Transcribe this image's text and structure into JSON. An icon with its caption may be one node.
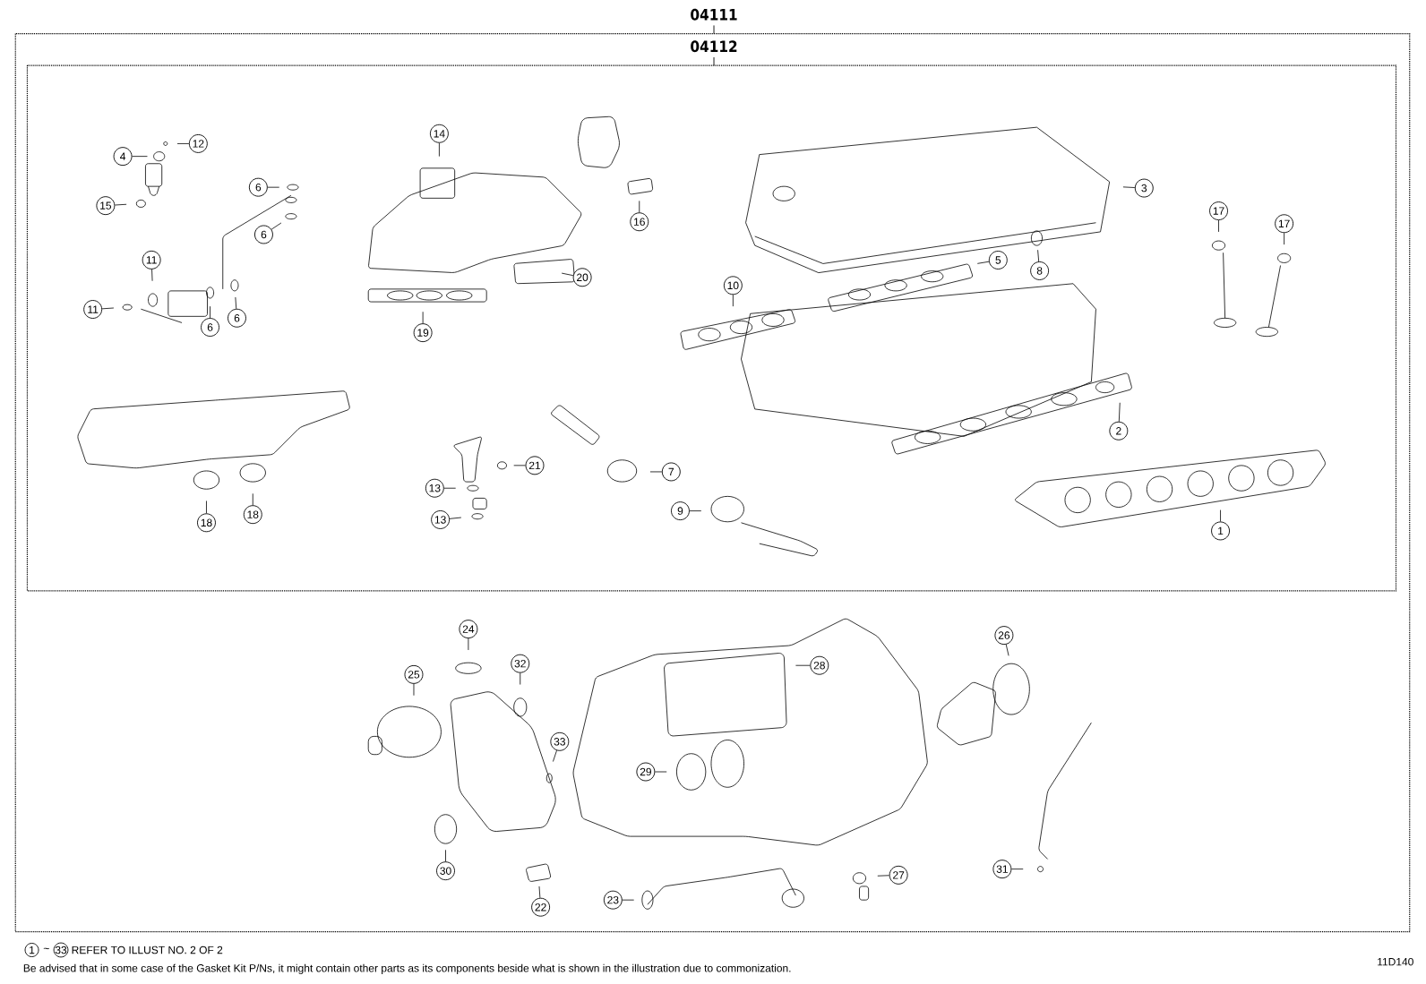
{
  "diagram": {
    "nodes": [
      {
        "text": [
          "04111"
        ]
      },
      {
        "text": [
          "04112"
        ],
        "in": 0
      },
      {
        "text": [
          "4"
        ],
        "in": 1
      },
      {
        "text": [
          "12"
        ],
        "in": 1
      },
      {
        "text": [
          "15"
        ],
        "in": 1
      },
      {
        "text": [
          "6"
        ],
        "in": 1
      },
      {
        "text": [
          "6"
        ],
        "in": 1
      },
      {
        "text": [
          "11"
        ],
        "in": 1
      },
      {
        "text": [
          "11"
        ],
        "in": 1
      },
      {
        "text": [
          "6"
        ],
        "in": 1
      },
      {
        "text": [
          "6"
        ],
        "in": 1
      },
      {
        "text": [
          "14"
        ],
        "in": 1
      },
      {
        "text": [
          "20"
        ],
        "in": 1
      },
      {
        "text": [
          "19"
        ],
        "in": 1
      },
      {
        "text": [
          "16"
        ],
        "in": 1
      },
      {
        "text": [
          "3"
        ],
        "in": 1
      },
      {
        "text": [
          "5"
        ],
        "in": 1
      },
      {
        "text": [
          "8"
        ],
        "in": 1
      },
      {
        "text": [
          "10"
        ],
        "in": 1
      },
      {
        "text": [
          "17"
        ],
        "in": 1
      },
      {
        "text": [
          "17"
        ],
        "in": 1
      },
      {
        "text": [
          "2"
        ],
        "in": 1
      },
      {
        "text": [
          "21"
        ],
        "in": 1
      },
      {
        "text": [
          "13"
        ],
        "in": 1
      },
      {
        "text": [
          "13"
        ],
        "in": 1
      },
      {
        "text": [
          "7"
        ],
        "in": 1
      },
      {
        "text": [
          "9"
        ],
        "in": 1
      },
      {
        "text": [
          "18"
        ],
        "in": 1
      },
      {
        "text": [
          "18"
        ],
        "in": 1
      },
      {
        "text": [
          "1"
        ],
        "in": 1
      },
      {
        "text": [
          "24"
        ],
        "in": 0
      },
      {
        "text": [
          "32"
        ],
        "in": 0
      },
      {
        "text": [
          "25"
        ],
        "in": 0
      },
      {
        "text": [
          "33"
        ],
        "in": 0
      },
      {
        "text": [
          "28"
        ],
        "in": 0
      },
      {
        "text": [
          "26"
        ],
        "in": 0
      },
      {
        "text": [
          "29"
        ],
        "in": 0
      },
      {
        "text": [
          "30"
        ],
        "in": 0
      },
      {
        "text": [
          "22"
        ],
        "in": 0
      },
      {
        "text": [
          "23"
        ],
        "in": 0
      },
      {
        "text": [
          "27"
        ],
        "in": 0
      },
      {
        "text": [
          "31"
        ],
        "in": 0
      }
    ],
    "edges": [
      {
        "from": 2,
        "to": null,
        "arrow": "none"
      },
      {
        "from": 3,
        "to": null,
        "arrow": "none"
      },
      {
        "from": 4,
        "to": null,
        "arrow": "none"
      },
      {
        "from": 5,
        "to": null,
        "arrow": "none"
      },
      {
        "from": 6,
        "to": null,
        "arrow": "none"
      },
      {
        "from": 7,
        "to": null,
        "arrow": "none"
      },
      {
        "from": 8,
        "to": null,
        "arrow": "none"
      },
      {
        "from": 9,
        "to": null,
        "arrow": "none"
      },
      {
        "from": 10,
        "to": null,
        "arrow": "none"
      },
      {
        "from": 11,
        "to": null,
        "arrow": "none"
      },
      {
        "from": 12,
        "to": null,
        "arrow": "none"
      },
      {
        "from": 13,
        "to": null,
        "arrow": "none"
      },
      {
        "from": 14,
        "to": null,
        "arrow": "none"
      },
      {
        "from": 15,
        "to": null,
        "arrow": "none"
      },
      {
        "from": 16,
        "to": null,
        "arrow": "none"
      },
      {
        "from": 17,
        "to": null,
        "arrow": "none"
      },
      {
        "from": 18,
        "to": null,
        "arrow": "none"
      },
      {
        "from": 19,
        "to": null,
        "arrow": "none"
      },
      {
        "from": 20,
        "to": null,
        "arrow": "none"
      },
      {
        "from": 21,
        "to": null,
        "arrow": "none"
      },
      {
        "from": 22,
        "to": null,
        "arrow": "none"
      },
      {
        "from": 23,
        "to": null,
        "arrow": "none"
      },
      {
        "from": 24,
        "to": null,
        "arrow": "none"
      },
      {
        "from": 25,
        "to": null,
        "arrow": "none"
      },
      {
        "from": 26,
        "to": null,
        "arrow": "none"
      },
      {
        "from": 27,
        "to": null,
        "arrow": "none"
      },
      {
        "from": 28,
        "to": null,
        "arrow": "none"
      },
      {
        "from": 29,
        "to": null,
        "arrow": "none"
      },
      {
        "from": 30,
        "to": null,
        "arrow": "none"
      },
      {
        "from": 31,
        "to": null,
        "arrow": "none"
      },
      {
        "from": 32,
        "to": null,
        "arrow": "none"
      },
      {
        "from": 33,
        "to": null,
        "arrow": "none"
      },
      {
        "from": 34,
        "to": null,
        "arrow": "none"
      },
      {
        "from": 35,
        "to": null,
        "arrow": "none"
      },
      {
        "from": 36,
        "to": null,
        "arrow": "none"
      },
      {
        "from": 37,
        "to": null,
        "arrow": "none"
      },
      {
        "from": 38,
        "to": null,
        "arrow": "none"
      },
      {
        "from": 39,
        "to": null,
        "arrow": "none"
      },
      {
        "from": 40,
        "to": null,
        "arrow": "none"
      },
      {
        "from": 41,
        "to": null,
        "arrow": "none"
      }
    ],
    "labels": [
      "1",
      "~",
      "33",
      "REFER TO ILLUST NO. 2 OF 2",
      "Be advised that in some case of the Gasket Kit P/Ns, it might contain other parts as its components beside what is shown in the illustration due to commonization.",
      "11D140"
    ]
  }
}
